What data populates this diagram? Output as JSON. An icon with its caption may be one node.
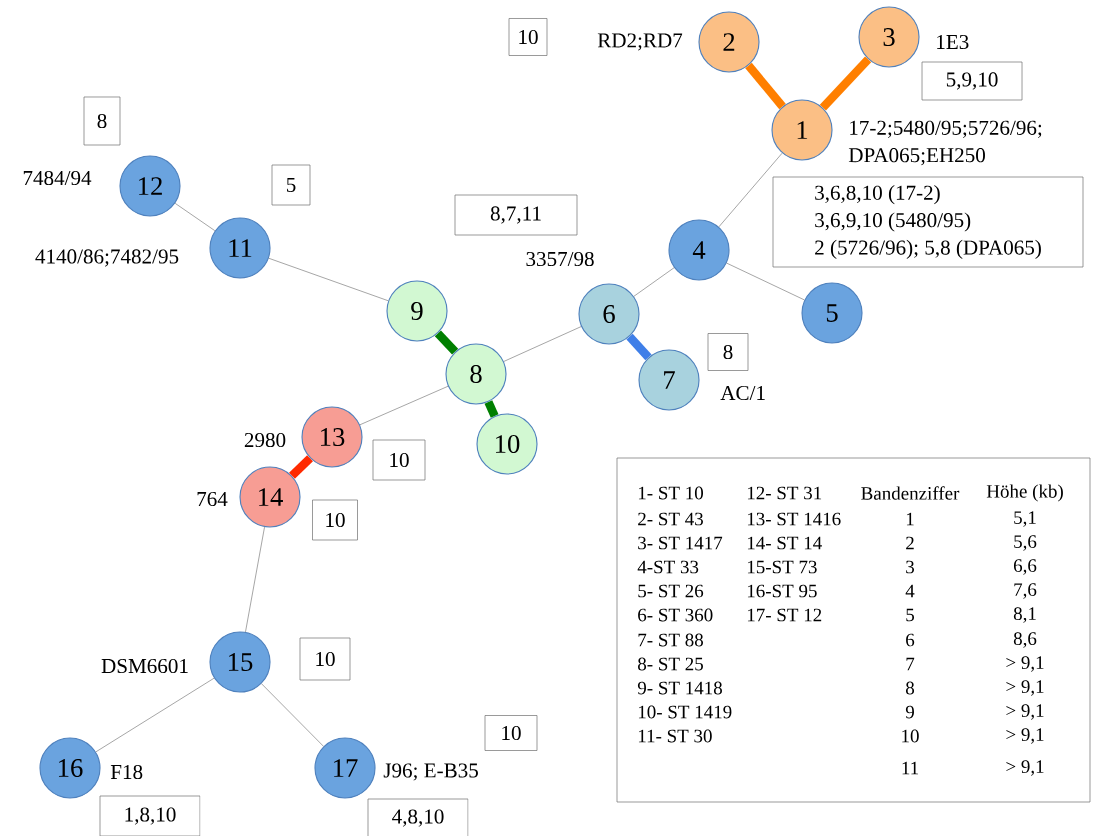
{
  "diagram": {
    "nodes": [
      {
        "text": [
          "1"
        ],
        "beside": [
          "17-2;5480/95;5726/96; DPA065;EH250"
        ]
      },
      {
        "text": [
          "2"
        ],
        "beside": [
          "RD2;RD7"
        ]
      },
      {
        "text": [
          "3"
        ],
        "beside": [
          "1E3"
        ]
      },
      {
        "text": [
          "4"
        ]
      },
      {
        "text": [
          "5"
        ]
      },
      {
        "text": [
          "6"
        ],
        "beside": [
          "3357/98"
        ]
      },
      {
        "text": [
          "7"
        ],
        "beside": [
          "AC/1"
        ]
      },
      {
        "text": [
          "8"
        ]
      },
      {
        "text": [
          "9"
        ]
      },
      {
        "text": [
          "10"
        ]
      },
      {
        "text": [
          "11"
        ],
        "beside": [
          "4140/86;7482/95"
        ]
      },
      {
        "text": [
          "12"
        ],
        "beside": [
          "7484/94"
        ]
      },
      {
        "text": [
          "13"
        ],
        "beside": [
          "2980"
        ]
      },
      {
        "text": [
          "14"
        ],
        "beside": [
          "764"
        ]
      },
      {
        "text": [
          "15"
        ],
        "beside": [
          "DSM6601"
        ]
      },
      {
        "text": [
          "16"
        ],
        "beside": [
          "F18"
        ]
      },
      {
        "text": [
          "17"
        ],
        "beside": [
          "J96; E-B35"
        ]
      },
      {
        "text": [
          "10"
        ]
      },
      {
        "text": [
          "5,9,10"
        ]
      },
      {
        "text": [
          "8"
        ]
      },
      {
        "text": [
          "5"
        ]
      },
      {
        "text": [
          "8,7,11"
        ]
      },
      {
        "text": [
          "3,6,8,10 (17-2)",
          "3,6,9,10 (5480/95)",
          "2 (5726/96); 5,8 (DPA065)"
        ]
      },
      {
        "text": [
          "8"
        ]
      },
      {
        "text": [
          "10"
        ]
      },
      {
        "text": [
          "10"
        ]
      },
      {
        "text": [
          "10"
        ]
      },
      {
        "text": [
          "10"
        ]
      },
      {
        "text": [
          "1,8,10"
        ]
      },
      {
        "text": [
          "4,8,10"
        ]
      }
    ],
    "edges": [
      {
        "from": 0,
        "to": 1,
        "arrow": "none",
        "style": "thick",
        "color": "#ff7f00"
      },
      {
        "from": 0,
        "to": 2,
        "arrow": "none",
        "style": "thick",
        "color": "#ff7f00"
      },
      {
        "from": 0,
        "to": 3,
        "arrow": "none"
      },
      {
        "from": 3,
        "to": 4,
        "arrow": "none"
      },
      {
        "from": 3,
        "to": 5,
        "arrow": "none"
      },
      {
        "from": 5,
        "to": 6,
        "arrow": "none",
        "style": "thick",
        "color": "#3f7fe8"
      },
      {
        "from": 5,
        "to": 7,
        "arrow": "none"
      },
      {
        "from": 7,
        "to": 8,
        "arrow": "none",
        "style": "thick",
        "color": "#007f00"
      },
      {
        "from": 7,
        "to": 9,
        "arrow": "none",
        "style": "thick",
        "color": "#007f00"
      },
      {
        "from": 8,
        "to": 10,
        "arrow": "none"
      },
      {
        "from": 10,
        "to": 11,
        "arrow": "none"
      },
      {
        "from": 7,
        "to": 12,
        "arrow": "none"
      },
      {
        "from": 12,
        "to": 13,
        "arrow": "none",
        "style": "thick",
        "color": "#ff2a00"
      },
      {
        "from": 13,
        "to": 14,
        "arrow": "none"
      },
      {
        "from": 14,
        "to": 15,
        "arrow": "none"
      },
      {
        "from": 14,
        "to": 16,
        "arrow": "none"
      }
    ],
    "labels": [
      "1- ST 10",
      "12- ST 31",
      "Bandenziffer",
      "Höhe (kb)",
      "2- ST 43",
      "13- ST 1416",
      "1",
      "5,1",
      "3- ST 1417",
      "14- ST 14",
      "2",
      "5,6",
      "4-ST 33",
      "15-ST 73",
      "3",
      "6,6",
      "5- ST 26",
      "16-ST 95",
      "4",
      "7,6",
      "6- ST 360",
      "17- ST 12",
      "5",
      "8,1",
      "7- ST 88",
      "6",
      "8,6",
      "8- ST 25",
      "7",
      "> 9,1",
      "9- ST 1418",
      "8",
      "> 9,1",
      "10- ST 1419",
      "9",
      "> 9,1",
      "11- ST 30",
      "10",
      "> 9,1",
      "11",
      "> 9,1"
    ]
  }
}
